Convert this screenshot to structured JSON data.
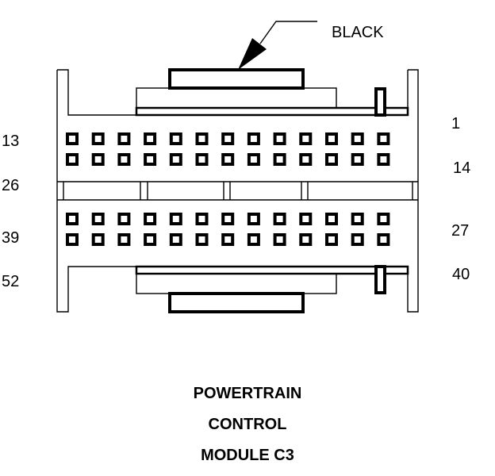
{
  "diagram": {
    "type": "connector-pinout",
    "callout": {
      "label": "BLACK",
      "target": "connector-latch"
    },
    "rows": [
      {
        "name": "row-1",
        "pins": 13,
        "left_label": "13",
        "right_label": "1"
      },
      {
        "name": "row-2",
        "pins": 13,
        "left_label": "26",
        "right_label": "14"
      },
      {
        "name": "row-3",
        "pins": 13,
        "left_label": "39",
        "right_label": "27"
      },
      {
        "name": "row-4",
        "pins": 13,
        "left_label": "52",
        "right_label": "40"
      }
    ],
    "title_lines": [
      "POWERTRAIN",
      "CONTROL",
      "MODULE C3"
    ],
    "colors": {
      "line": "#000000",
      "background": "#ffffff"
    }
  }
}
